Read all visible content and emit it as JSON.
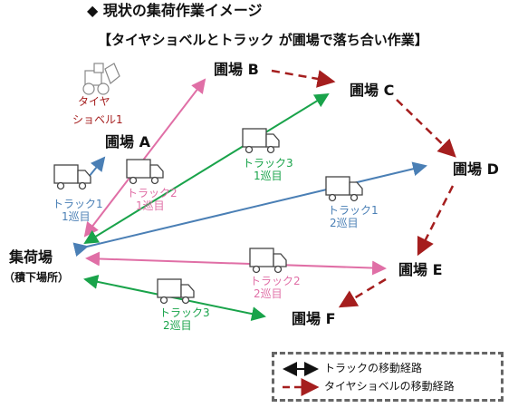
{
  "title": "◆ 現状の集荷作業イメージ",
  "subtitle": "【タイヤショベルとトラック が圃場で落ち合い作業】",
  "nodes": {
    "depot": "集荷場",
    "depot_sub": "（積下場所）",
    "a": "圃場 A",
    "b": "圃場 B",
    "c": "圃場 C",
    "d": "圃場 D",
    "e": "圃場 E",
    "f": "圃場 F"
  },
  "labels": {
    "shovel_1": "タイヤ",
    "shovel_2": "ショベル1",
    "truck1_r1_a": "トラック1",
    "truck1_r1_b": "1巡目",
    "truck2_r1_a": "トラック2",
    "truck2_r1_b": "1巡目",
    "truck3_r1_a": "トラック3",
    "truck3_r1_b": "1巡目",
    "truck1_r2_a": "トラック1",
    "truck1_r2_b": "2巡目",
    "truck2_r2_a": "トラック2",
    "truck2_r2_b": "2巡目",
    "truck3_r2_a": "トラック3",
    "truck3_r2_b": "2巡目"
  },
  "legend": {
    "truck_route": "トラックの移動経路",
    "shovel_route": "タイヤショベルの移動経路"
  },
  "colors": {
    "shovel": "#a51e1e",
    "truck1": "#4a7fb5",
    "truck2": "#e06fa6",
    "truck3": "#19a34a",
    "truck_icon": "#444444"
  }
}
